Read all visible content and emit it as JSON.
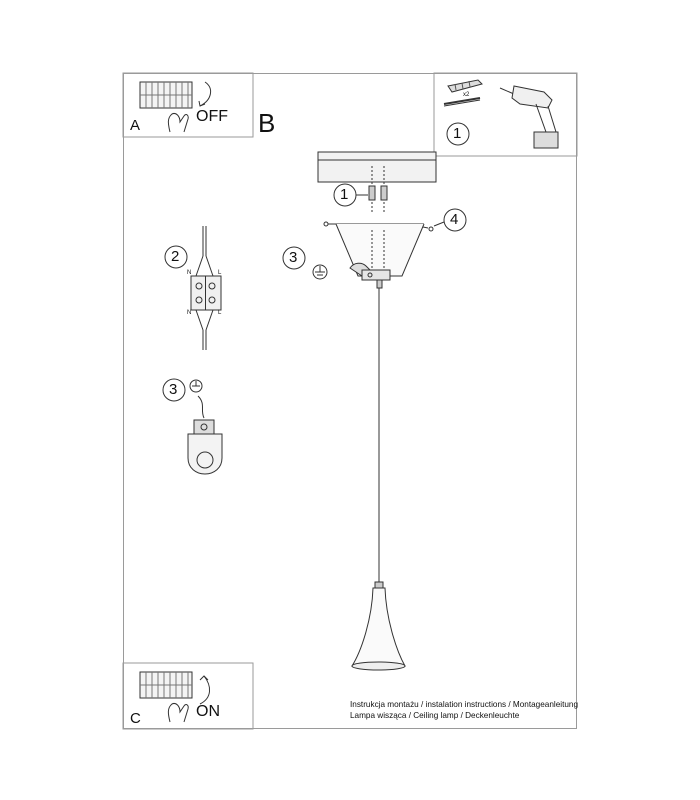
{
  "panels": {
    "a": {
      "letter": "A",
      "caption": "OFF"
    },
    "b": {
      "letter": "B"
    },
    "c": {
      "letter": "C",
      "caption": "ON"
    }
  },
  "tools": {
    "quantity": "x2",
    "step": "1"
  },
  "steps": {
    "anchor": "1",
    "wiring": "2",
    "ground": "3",
    "ground_detail": "3",
    "screws": "4"
  },
  "terminal_labels": {
    "left": "N",
    "right": "L"
  },
  "footer": {
    "line1": "Instrukcja montażu / instalation instructions / Montageanleitung",
    "line2": "Lampa wisząca / Ceiling lamp / Deckenleuchte"
  },
  "colors": {
    "line": "#333333",
    "frame": "#9a9a9a",
    "fill": "#eeeeee"
  }
}
